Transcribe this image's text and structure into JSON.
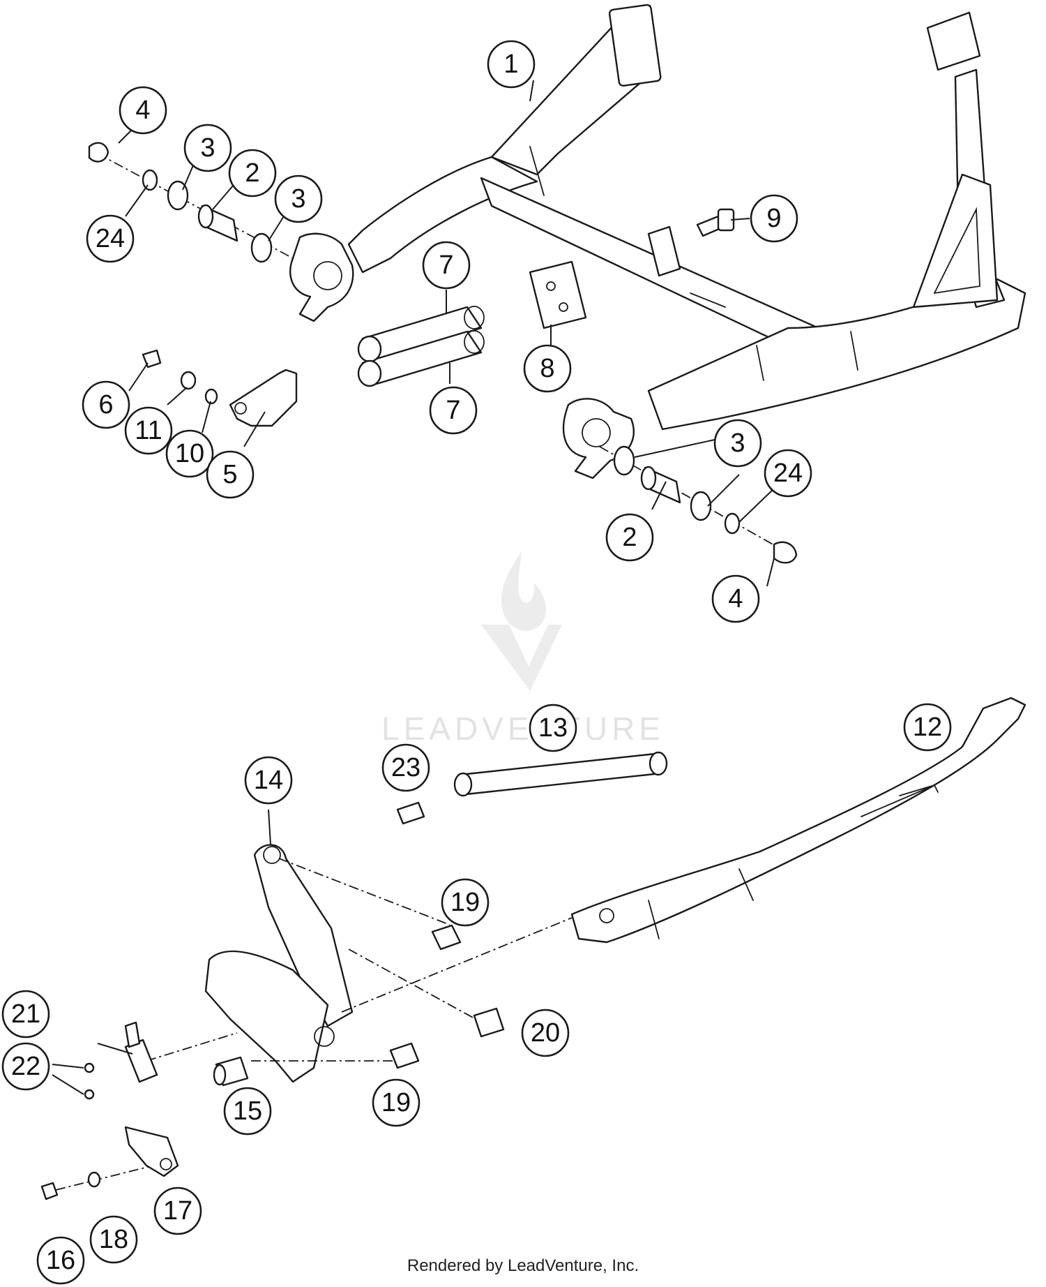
{
  "callouts": [
    {
      "label": "1"
    },
    {
      "label": "4"
    },
    {
      "label": "3"
    },
    {
      "label": "2"
    },
    {
      "label": "3"
    },
    {
      "label": "24"
    },
    {
      "label": "9"
    },
    {
      "label": "7"
    },
    {
      "label": "8"
    },
    {
      "label": "7"
    },
    {
      "label": "6"
    },
    {
      "label": "11"
    },
    {
      "label": "10"
    },
    {
      "label": "5"
    },
    {
      "label": "3"
    },
    {
      "label": "24"
    },
    {
      "label": "2"
    },
    {
      "label": "4"
    },
    {
      "label": "13"
    },
    {
      "label": "12"
    },
    {
      "label": "23"
    },
    {
      "label": "14"
    },
    {
      "label": "19"
    },
    {
      "label": "21"
    },
    {
      "label": "22"
    },
    {
      "label": "20"
    },
    {
      "label": "15"
    },
    {
      "label": "19"
    },
    {
      "label": "17"
    },
    {
      "label": "18"
    },
    {
      "label": "16"
    }
  ],
  "watermark": {
    "brand": "LEADVENTURE"
  },
  "footer": {
    "text": "Rendered by LeadVenture, Inc."
  }
}
